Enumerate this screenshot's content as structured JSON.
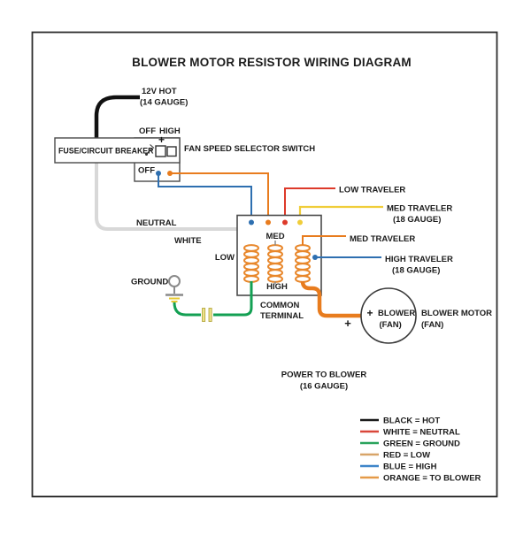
{
  "title": "BLOWER MOTOR RESISTOR WIRING DIAGRAM",
  "labels": {
    "hot1": "12V HOT",
    "hot2": "(14 GAUGE)",
    "off_top": "OFF",
    "high_top": "HIGH",
    "breaker": "FUSE/CIRCUIT BREAKER",
    "switch_plus": "+",
    "fan_switch": "FAN SPEED SELECTOR SWITCH",
    "off": "OFF",
    "low_traveler": "LOW TRAVELER",
    "med_traveler_a1": "MED TRAVELER",
    "med_traveler_a2": "(18 GAUGE)",
    "neutral": "NEUTRAL",
    "white": "WHITE",
    "med": "MED",
    "med_traveler_b": "MED TRAVELER",
    "low": "LOW",
    "high_traveler1": "HIGH TRAVELER",
    "high_traveler2": "(18 GAUGE)",
    "high": "HIGH",
    "ground": "GROUND",
    "common1": "COMMON",
    "common2": "TERMINAL",
    "blower_plus_inner": "+",
    "blower_inner1": "BLOWER",
    "blower_inner2": "(FAN)",
    "blower_plus_outer": "+",
    "blower_outer1": "BLOWER MOTOR",
    "blower_outer2": "(FAN)",
    "power1": "POWER TO BLOWER",
    "power2": "(16 GAUGE)"
  },
  "colors": {
    "hot": "#111111",
    "neutral": "#d8d8d8",
    "blue": "#2e6fb0",
    "orange": "#e87c1e",
    "red": "#dd3a2a",
    "yellow": "#f0cd3a",
    "green": "#13a053",
    "coil": "#e8872b"
  },
  "legend": [
    {
      "color": "#1a1a1a",
      "label": "BLACK = HOT"
    },
    {
      "color": "#d9473a",
      "label": "WHITE = NEUTRAL"
    },
    {
      "color": "#2aa35c",
      "label": "GREEN = GROUND"
    },
    {
      "color": "#d8a468",
      "label": "RED = LOW"
    },
    {
      "color": "#3f86c9",
      "label": "BLUE = HIGH"
    },
    {
      "color": "#e59a48",
      "label": "ORANGE = TO BLOWER"
    }
  ]
}
